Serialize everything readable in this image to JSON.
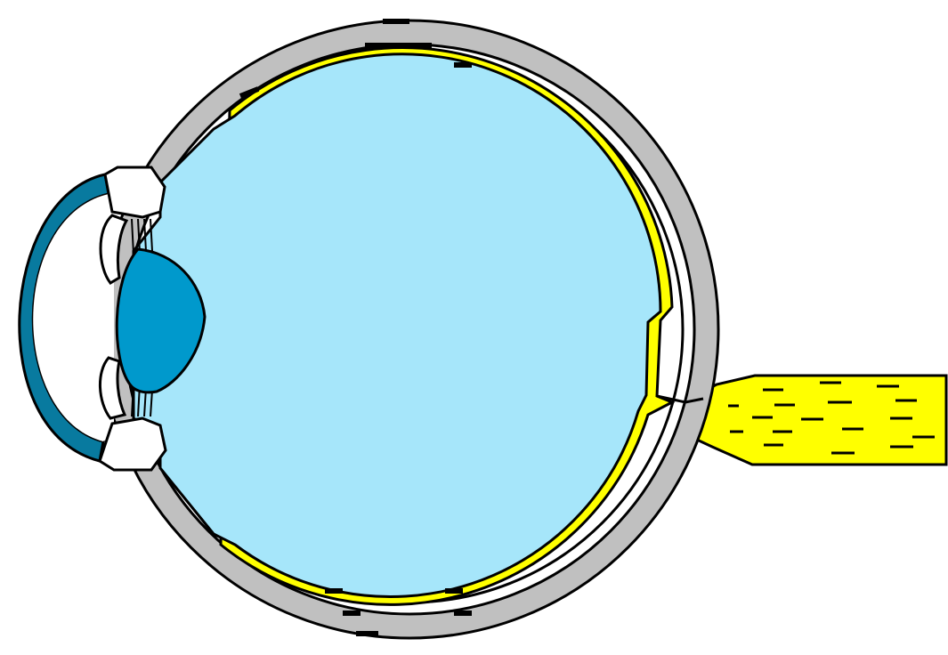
{
  "diagram": {
    "kind": "eye-cross-section",
    "labels": [],
    "colors": {
      "background": "#ffffff",
      "outline": "#000000",
      "sclera": "#c0c0c0",
      "choroid": "#ffffff",
      "retina": "#ffff00",
      "vitreous_humor": "#a6e6fa",
      "lens": "#0099cc",
      "cornea": "#087a9f",
      "aqueous_humor": "#ffffff",
      "optic_nerve": "#ffff00"
    },
    "parts": [
      {
        "key": "cornea",
        "icon": "cornea-shape"
      },
      {
        "key": "lens",
        "icon": "lens-shape"
      },
      {
        "key": "sclera",
        "icon": "sclera-ring"
      },
      {
        "key": "choroid",
        "icon": "choroid-ring"
      },
      {
        "key": "retina",
        "icon": "retina-band"
      },
      {
        "key": "vitreous_humor",
        "icon": "vitreous-body"
      },
      {
        "key": "ciliary_body",
        "icon": "ciliary-body"
      },
      {
        "key": "iris",
        "icon": "iris-shape"
      },
      {
        "key": "zonular_fibers",
        "icon": "zonule-lines"
      },
      {
        "key": "optic_disc",
        "icon": "optic-disc"
      },
      {
        "key": "optic_nerve",
        "icon": "optic-nerve"
      }
    ]
  }
}
